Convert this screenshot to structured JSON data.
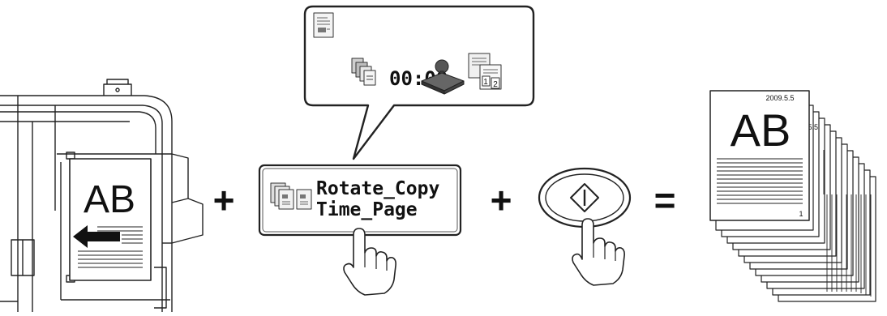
{
  "original_doc": {
    "text": "AB"
  },
  "program_key": {
    "line1": "Rotate_Copy",
    "line2": "Time_Page"
  },
  "callout": {
    "time_text": "00:00"
  },
  "operators": {
    "plus1": "+",
    "plus2": "+",
    "equals": "="
  },
  "output_doc": {
    "text": "AB",
    "date_stamp": "2009.5.5",
    "date_stamp_partial": ".5.5",
    "page_number": "1"
  },
  "icons": [
    "document-icon",
    "copies-icon",
    "stamp-icon",
    "page-numbering-icon",
    "multi-document-icon",
    "start-icon",
    "hand-pointer-icon"
  ]
}
